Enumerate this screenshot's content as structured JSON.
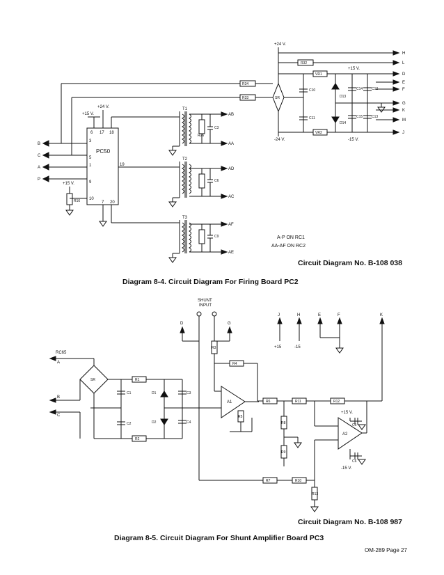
{
  "fig1": {
    "circuit_no": "Circuit Diagram No. B-108 038",
    "caption": "Diagram 8-4. Circuit Diagram For Firing Board PC2",
    "ic_label": "PC50",
    "ic_pins": [
      "6",
      "17",
      "18",
      "3",
      "5",
      "1",
      "9",
      "10",
      "7",
      "20",
      "19"
    ],
    "supply_labels": [
      "+24 V.",
      "+15 V.",
      "+15 V.",
      "+24 V.",
      "-24 V.",
      "+15 V.",
      "-15 V."
    ],
    "left_terminals": [
      "B",
      "C",
      "A",
      "P"
    ],
    "right_terminals": [
      "H",
      "L",
      "D",
      "E",
      "F",
      "G",
      "K",
      "M",
      "J"
    ],
    "transformer_outputs": [
      "AB",
      "AA",
      "AD",
      "AC",
      "AF",
      "AE"
    ],
    "transformers": [
      "T1",
      "T2",
      "T3"
    ],
    "components": [
      "R34",
      "R33",
      "R32",
      "VR1",
      "VR2",
      "SR",
      "C10",
      "C11",
      "D13",
      "D14",
      "C14",
      "C15",
      "C12",
      "C13",
      "R26",
      "C3",
      "C6",
      "C9",
      "R16"
    ],
    "note_lines": [
      "A-P  ON RC1",
      "AA-AF  ON RC2"
    ]
  },
  "fig2": {
    "circuit_no": "Circuit Diagram No. B-108 987",
    "caption": "Diagram 8-5. Circuit Diagram For Shunt Amplifier Board PC3",
    "shunt_label": [
      "SHUNT",
      "INPUT"
    ],
    "top_terminals": [
      "D",
      "G",
      "J",
      "H",
      "E",
      "F",
      "K"
    ],
    "supply_labels": [
      "+15",
      "-15",
      "+15 V.",
      "-15 V."
    ],
    "left_terminals": [
      "RC65",
      "A",
      "B",
      "C"
    ],
    "components": [
      "SR",
      "R1",
      "R2",
      "C1",
      "C2",
      "D1",
      "D2",
      "C3",
      "C4",
      "R3",
      "R4",
      "A1",
      "R5",
      "R6",
      "R11",
      "R12",
      "R8",
      "R9",
      "R7",
      "R10",
      "R13",
      "A2",
      "C5",
      "C6"
    ]
  },
  "page_number": "OM-289 Page 27"
}
